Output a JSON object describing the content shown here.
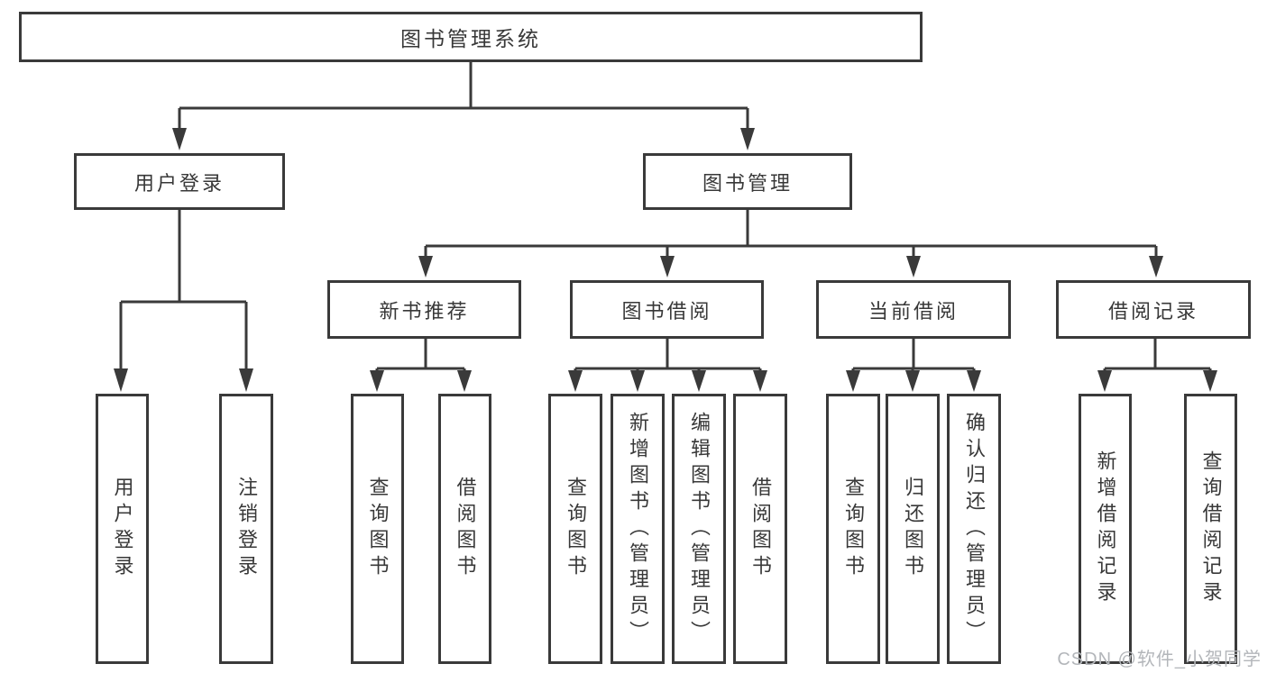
{
  "tree": {
    "root": {
      "label": "图书管理系统"
    },
    "branches": [
      {
        "label": "用户登录",
        "children": [
          {
            "label": "用户登录"
          },
          {
            "label": "注销登录"
          }
        ]
      },
      {
        "label": "图书管理",
        "children": [
          {
            "label": "新书推荐",
            "children": [
              {
                "label": "查询图书"
              },
              {
                "label": "借阅图书"
              }
            ]
          },
          {
            "label": "图书借阅",
            "children": [
              {
                "label": "查询图书"
              },
              {
                "label": "新增图书（管理员）"
              },
              {
                "label": "编辑图书（管理员）"
              },
              {
                "label": "借阅图书"
              }
            ]
          },
          {
            "label": "当前借阅",
            "children": [
              {
                "label": "查询图书"
              },
              {
                "label": "归还图书"
              },
              {
                "label": "确认归还（管理员）"
              }
            ]
          },
          {
            "label": "借阅记录",
            "children": [
              {
                "label": "新增借阅记录"
              },
              {
                "label": "查询借阅记录"
              }
            ]
          }
        ]
      }
    ]
  },
  "colors": {
    "line": "#3a3a3a",
    "text": "#383838",
    "watermark": "#b3b6ba",
    "background": "#ffffff"
  },
  "watermark": {
    "text": "CSDN @软件_小贺同学"
  }
}
